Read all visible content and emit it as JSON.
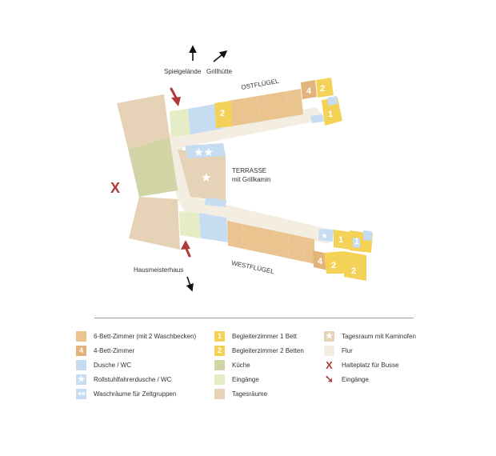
{
  "map": {
    "wing_east": "OSTFLÜGEL",
    "wing_west": "WESTFLÜGEL",
    "terrace_line1": "TERRASSE",
    "terrace_line2": "mit Grillkamin",
    "playground": "Spielgelände",
    "grill_hut": "Grillhütte",
    "caretaker_house": "Hausmeisterhaus",
    "bus_stop_mark": "X",
    "room_numbers": {
      "four": "4",
      "one": "1",
      "two": "2"
    },
    "colors": {
      "six_bed": "#e9c48f",
      "four_bed": "#e2b37a",
      "shower": "#c6dcf1",
      "kitchen": "#d3d4a5",
      "entrance": "#e4edc5",
      "day_room": "#e6d2b6",
      "companion": "#f4d258",
      "corridor": "#f4ede1",
      "bus": "#b03a3a",
      "arrow_red": "#b03a3a",
      "arrow_black": "#111111"
    }
  },
  "legend": {
    "col1": [
      {
        "glyph": "",
        "icon": "six-bed-swatch",
        "color": "#e9c48f",
        "label": "6-Bett-Zimmer (mit 2 Waschbecken)"
      },
      {
        "glyph": "4",
        "icon": "four-bed-swatch",
        "color": "#e2b37a",
        "label": "4-Bett-Zimmer"
      },
      {
        "glyph": "",
        "icon": "shower-swatch",
        "color": "#c6dcf1",
        "label": "Dusche / WC"
      },
      {
        "glyph": "★",
        "icon": "wheelchair-star-swatch",
        "color": "#c6dcf1",
        "label": "Rollstuhlfahrerdusche / WC"
      },
      {
        "glyph": "★★",
        "icon": "double-star-swatch",
        "color": "#c6dcf1",
        "label": "Waschräume für Zeltgruppen"
      }
    ],
    "col2": [
      {
        "glyph": "1",
        "icon": "companion-one-swatch",
        "color": "#f4d258",
        "label": "Begleiterzimmer 1 Bett"
      },
      {
        "glyph": "2",
        "icon": "companion-two-swatch",
        "color": "#f4d258",
        "label": "Begleiterzimmer 2 Betten"
      },
      {
        "glyph": "",
        "icon": "kitchen-swatch",
        "color": "#d3d4a5",
        "label": "Küche"
      },
      {
        "glyph": "",
        "icon": "entrance-swatch",
        "color": "#e4edc5",
        "label": "Eingänge"
      },
      {
        "glyph": "",
        "icon": "day-room-swatch",
        "color": "#e6d2b6",
        "label": "Tagesräume"
      }
    ],
    "col3": [
      {
        "glyph": "★",
        "icon": "fireplace-star-swatch",
        "color": "#e6d2b6",
        "label": "Tagesraum mit Kaminofen"
      },
      {
        "glyph": "",
        "icon": "corridor-swatch",
        "color": "#f4ede1",
        "label": "Flur"
      },
      {
        "glyph": "X",
        "icon": "bus-stop-icon",
        "color": "",
        "label": "Halteplatz für Busse"
      },
      {
        "glyph": "➘",
        "icon": "entrance-arrow-icon",
        "color": "",
        "label": "Eingänge"
      }
    ]
  }
}
